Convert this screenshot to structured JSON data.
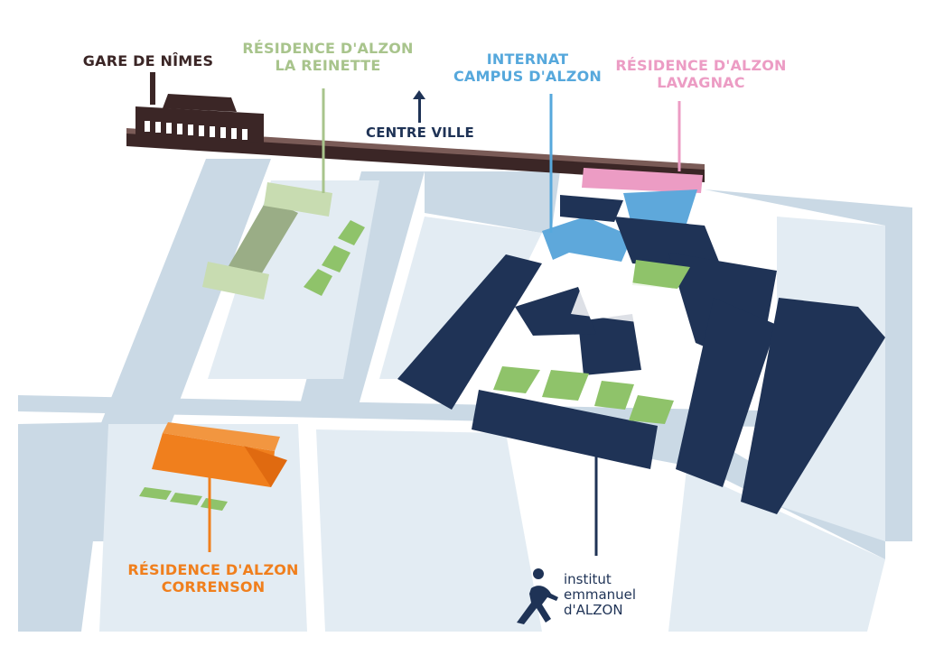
{
  "labels": {
    "gare": "GARE DE NÎMES",
    "reinette_1": "RÉSIDENCE D'ALZON",
    "reinette_2": "LA REINETTE",
    "centre_ville": "CENTRE VILLE",
    "internat_1": "INTERNAT",
    "internat_2": "CAMPUS D'ALZON",
    "lavagnac_1": "RÉSIDENCE D'ALZON",
    "lavagnac_2": "LAVAGNAC",
    "correnson_1": "RÉSIDENCE D'ALZON",
    "correnson_2": "CORRENSON"
  },
  "logo": {
    "line1": "institut",
    "line2": "emmanuel",
    "line3": "d'ALZON",
    "icon": "running-figure-icon"
  },
  "colors": {
    "gare": "#3b2626",
    "reinette": "#a8c48c",
    "internat": "#56a8dc",
    "lavagnac": "#ec9cc4",
    "correnson": "#f07f1d",
    "institut": "#1f3356",
    "roads": "#c9d8e4",
    "green": "#8fc36a"
  }
}
